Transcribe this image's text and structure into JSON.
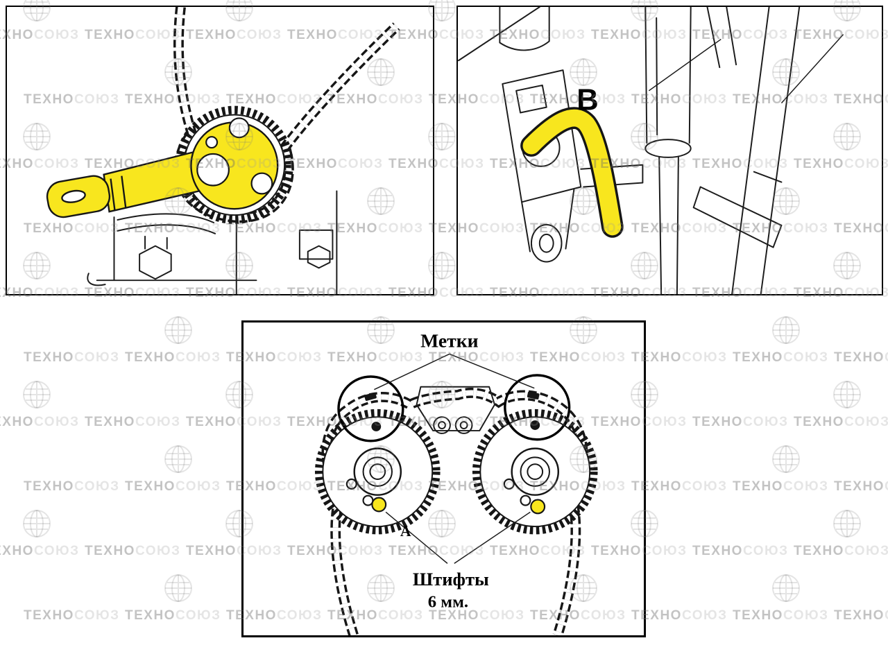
{
  "figure": {
    "panel_top_right": {
      "label": "B"
    },
    "panel_bottom": {
      "title": "Метки",
      "point_label": "A",
      "caption_line1": "Штифты",
      "caption_line2": "6 мм."
    }
  },
  "watermark": {
    "brand_part1": "ТЕХНО",
    "brand_part2": "СОЮЗ"
  },
  "colors": {
    "highlight_yellow": "#f8e61e",
    "line_black": "#1c1c1c",
    "watermark_gray": "#c4c4c4"
  }
}
